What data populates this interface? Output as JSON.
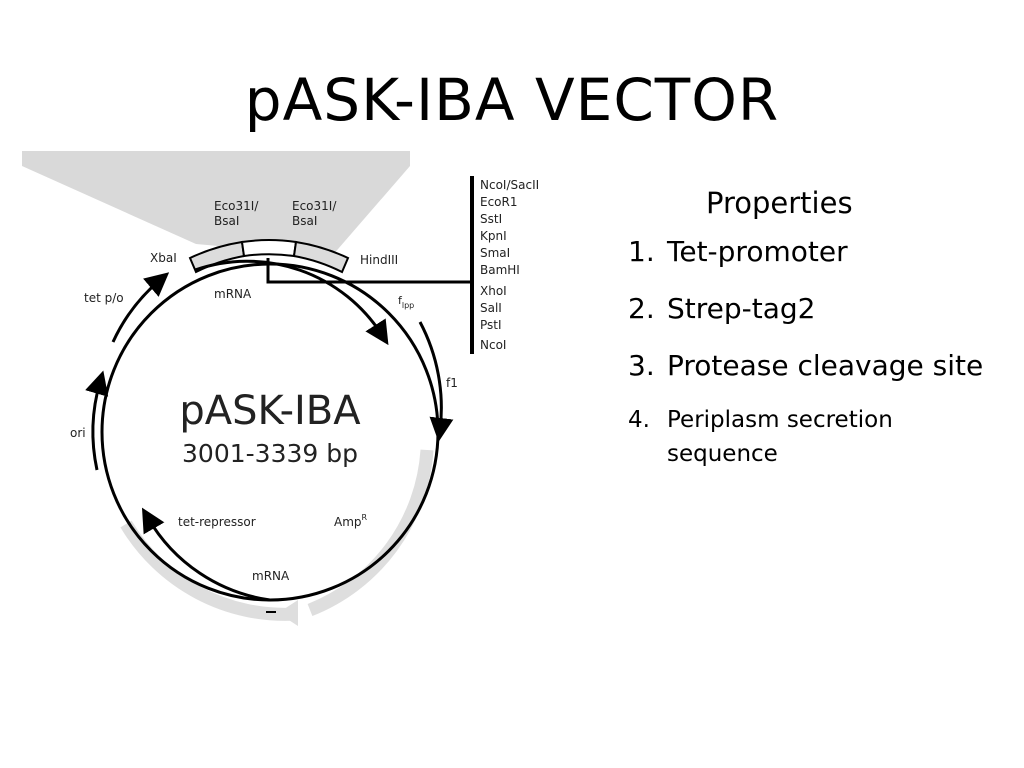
{
  "slide": {
    "title": "pASK-IBA VECTOR"
  },
  "diagram": {
    "center_name": "pASK-IBA",
    "center_size": "3001-3339 bp",
    "sites": {
      "eco31i_left_1": "Eco31I/",
      "eco31i_left_2": "BsaI",
      "eco31i_right_1": "Eco31I/",
      "eco31i_right_2": "BsaI",
      "xbai": "XbaI",
      "hindiii": "HindIII"
    },
    "features": {
      "tet_po": "tet p/o",
      "mrna_top": "mRNA",
      "flpp": "f",
      "flpp_sub": "lpp",
      "f1": "f1",
      "ori": "ori",
      "tet_repressor": "tet-repressor",
      "amp": "Amp",
      "amp_sup": "R",
      "mrna_bottom": "mRNA"
    },
    "mcs": [
      "NcoI/SacII",
      "EcoR1",
      "SstI",
      "KpnI",
      "SmaI",
      "BamHI",
      "XhoI",
      "SalI",
      "PstI",
      "NcoI"
    ]
  },
  "properties": {
    "heading": "Properties",
    "items": [
      {
        "num": "1.",
        "text": "Tet-promoter"
      },
      {
        "num": "2.",
        "text": "Strep-tag2"
      },
      {
        "num": "3.",
        "text": "Protease cleavage site"
      },
      {
        "num": "4.",
        "text": "Periplasm secretion sequence"
      }
    ]
  },
  "colors": {
    "gray_band": "#d9d9d9",
    "ink": "#000000"
  }
}
